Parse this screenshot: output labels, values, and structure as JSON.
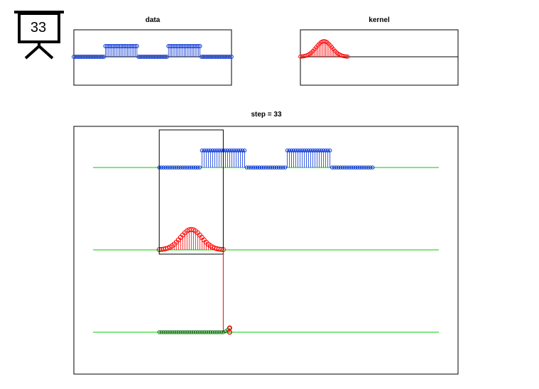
{
  "slide": {
    "number": "33"
  },
  "panels": {
    "data_title": "data",
    "kernel_title": "kernel",
    "main_title": "step = 33"
  },
  "colors": {
    "data": "#0a36d6",
    "kernel": "#ff0000",
    "result": "#1a6e1a",
    "baseline": "#00cc00",
    "frame": "#000000"
  },
  "chart_data": [
    {
      "type": "stem",
      "title": "data",
      "description_of_signal": "rectangular pulse train",
      "x": [
        0,
        100
      ],
      "pulses": [
        {
          "start": 20,
          "end": 40,
          "height": 1
        },
        {
          "start": 60,
          "end": 80,
          "height": 1
        }
      ],
      "xlim": [
        0,
        100
      ],
      "ylim": [
        -0.6,
        1.2
      ]
    },
    {
      "type": "stem",
      "title": "kernel",
      "shape": "gaussian",
      "x": [
        0,
        30
      ],
      "center": 15,
      "sigma": 5,
      "height": 1,
      "xlim": [
        0,
        100
      ],
      "ylim": [
        -0.6,
        1.2
      ]
    },
    {
      "type": "stem",
      "title": "step = 33",
      "step": 33,
      "traces": [
        {
          "name": "data",
          "x": [
            0,
            100
          ],
          "pulses": [
            {
              "start": 20,
              "end": 40,
              "height": 1
            },
            {
              "start": 60,
              "end": 80,
              "height": 1
            }
          ]
        },
        {
          "name": "kernel",
          "x": [
            0,
            30
          ],
          "center": 15,
          "sigma": 5,
          "height": 1.2
        },
        {
          "name": "result",
          "x": [
            0,
            33
          ],
          "rise_start": 30,
          "end_height": 0.25
        }
      ],
      "xlim": [
        -40,
        140
      ]
    }
  ]
}
